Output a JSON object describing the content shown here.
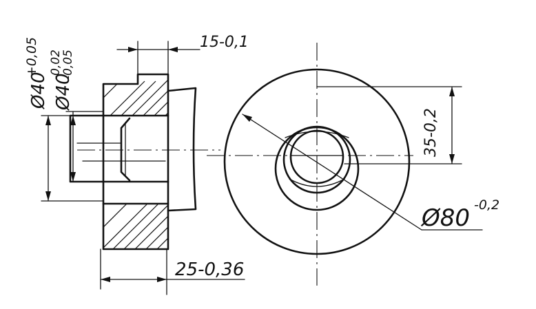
{
  "dimensions": {
    "bore_diameter": "Ø40",
    "bore_tolerance": "+0,05",
    "shaft_diameter": "Ø40",
    "shaft_tolerance_upper": "-0,02",
    "shaft_tolerance_lower": "-0,05",
    "step_width": "15-0,1",
    "overall_width": "25-0,36",
    "radius_offset": "35-0,2",
    "outer_diameter": "Ø80",
    "outer_tolerance": "-0,2"
  }
}
